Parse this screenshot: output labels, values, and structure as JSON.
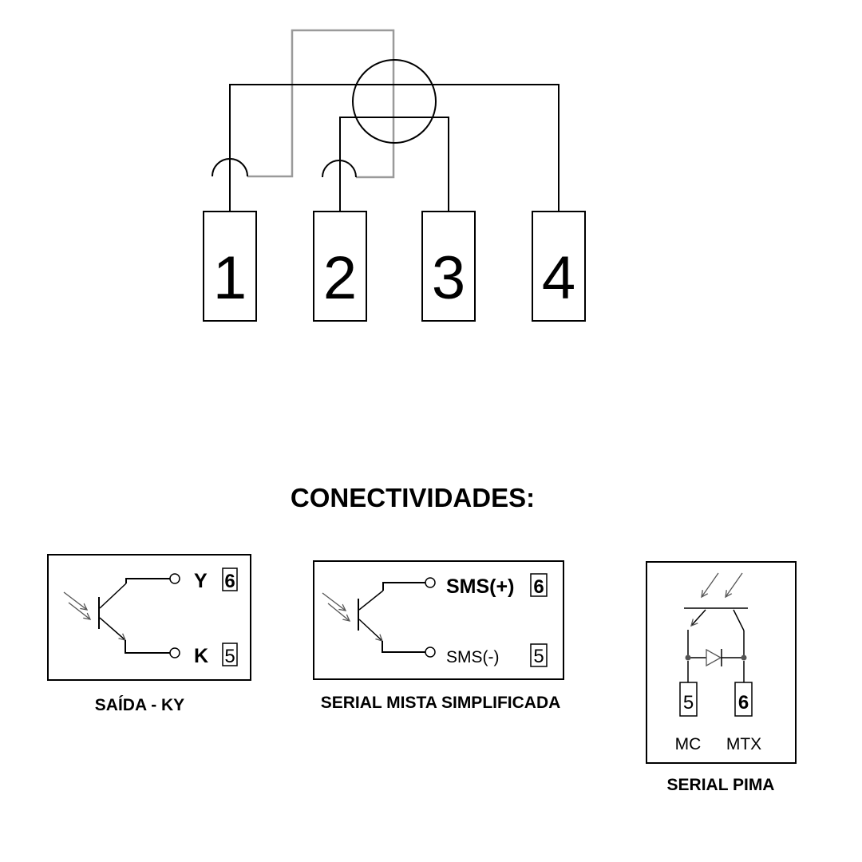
{
  "meter": {
    "terminals": [
      "1",
      "2",
      "3",
      "4"
    ]
  },
  "heading": "CONECTIVIDADES:",
  "ky": {
    "label_y": "Y",
    "pin_y": "6",
    "label_k": "K",
    "pin_k": "5",
    "caption": "SAÍDA - KY"
  },
  "sms": {
    "label_pos": "SMS(+)",
    "pin_pos": "6",
    "label_neg": "SMS(-)",
    "pin_neg": "5",
    "caption": "SERIAL MISTA SIMPLIFICADA"
  },
  "pima": {
    "pin_left": "5",
    "pin_right": "6",
    "label_left": "MC",
    "label_right": "MTX",
    "caption": "SERIAL PIMA"
  }
}
